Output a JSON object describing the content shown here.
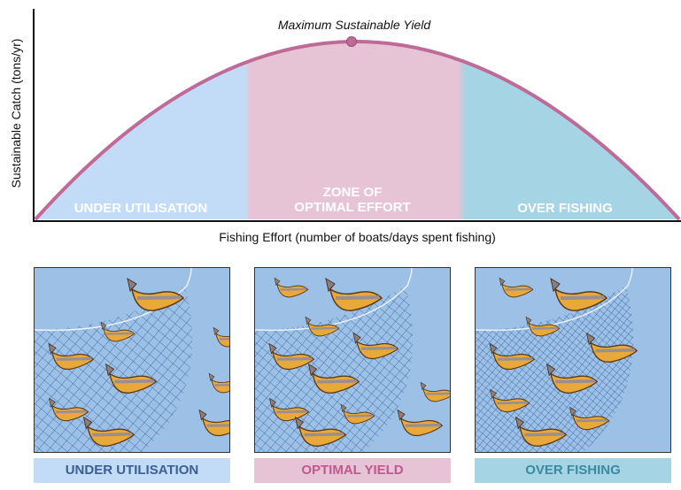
{
  "chart": {
    "y_axis_label": "Sustainable Catch (tons/yr)",
    "x_axis_label": "Fishing Effort (number of boats/days spent fishing)",
    "peak_label": "Maximum Sustainable Yield",
    "zones": [
      {
        "label": "UNDER UTILISATION",
        "color": "#c2dcf7"
      },
      {
        "label_line1": "ZONE OF",
        "label_line2": "OPTIMAL EFFORT",
        "color": "#e6c4d6"
      },
      {
        "label": "OVER FISHING",
        "color": "#a5d4e4"
      }
    ],
    "curve_color": "#c06a98"
  },
  "panels": [
    {
      "label": "UNDER UTILISATION",
      "label_bg": "#c2dcf7",
      "label_color": "#3c5f93"
    },
    {
      "label": "OPTIMAL YIELD",
      "label_bg": "#e6c4d6",
      "label_color": "#c0588f"
    },
    {
      "label": "OVER FISHING",
      "label_bg": "#a5d4e4",
      "label_color": "#3b8aa0"
    }
  ]
}
